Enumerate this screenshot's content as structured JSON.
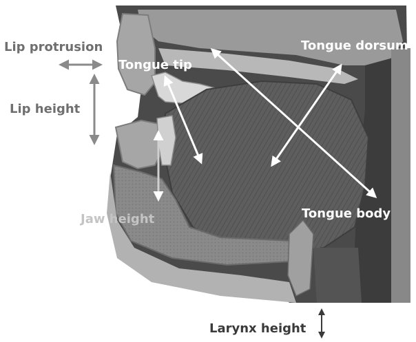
{
  "labels": {
    "lip_protrusion": "Lip protrusion",
    "lip_height": "Lip height",
    "tongue_tip": "Tongue tip",
    "tongue_dorsum": "Tongue dorsum",
    "jaw_height": "Jaw height",
    "tongue_body": "Tongue body",
    "larynx_height": "Larynx height"
  },
  "colors": {
    "external_label": "#6f6f6f",
    "internal_label": "#ffffff",
    "jaw_label": "#c4c4c4",
    "larynx_label": "#3a3a3a",
    "internal_arrow": "#ffffff",
    "external_arrow": "#8a8a8a"
  }
}
